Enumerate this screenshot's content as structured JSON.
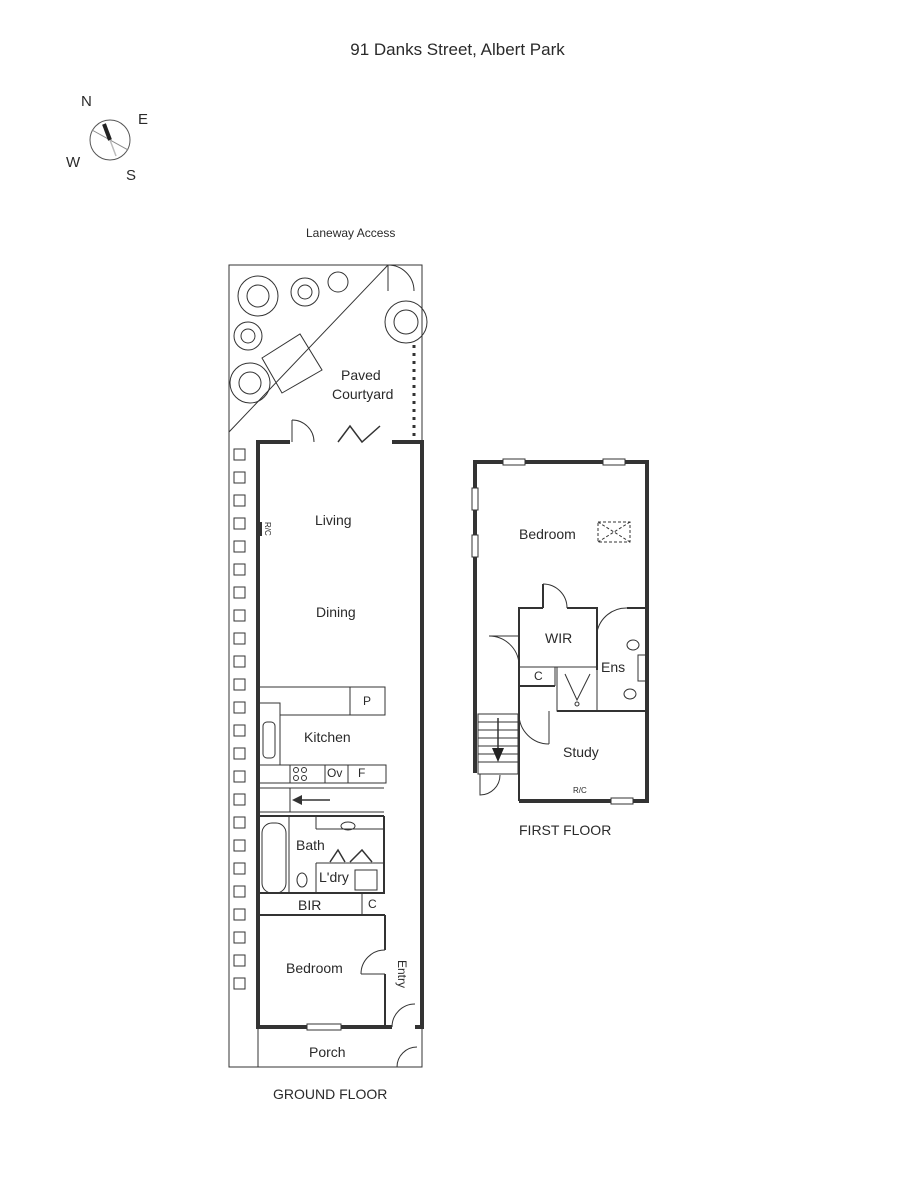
{
  "header": {
    "title": "91 Danks Street, Albert Park"
  },
  "compass": {
    "n": "N",
    "e": "E",
    "s": "S",
    "w": "W"
  },
  "ground_floor": {
    "caption": "GROUND FLOOR",
    "rooms": {
      "laneway": "Laneway Access",
      "courtyard_line1": "Paved",
      "courtyard_line2": "Courtyard",
      "living": "Living",
      "dining": "Dining",
      "pantry": "P",
      "kitchen": "Kitchen",
      "oven": "Ov",
      "fridge": "F",
      "bath": "Bath",
      "laundry": "L'dry",
      "bir": "BIR",
      "cupboard": "C",
      "bedroom": "Bedroom",
      "entry": "Entry",
      "porch": "Porch",
      "rc": "R/C"
    }
  },
  "first_floor": {
    "caption": "FIRST FLOOR",
    "rooms": {
      "bedroom": "Bedroom",
      "wir": "WIR",
      "cupboard": "C",
      "ensuite": "Ens",
      "study": "Study",
      "rc": "R/C"
    }
  }
}
